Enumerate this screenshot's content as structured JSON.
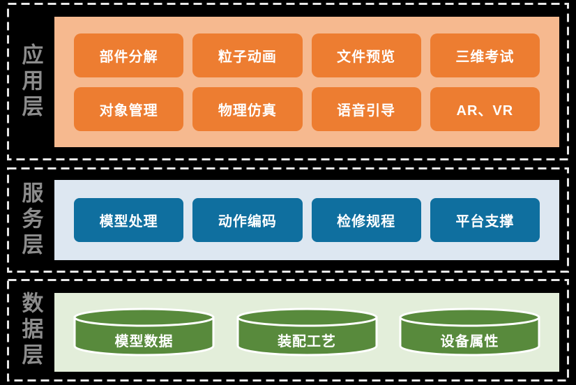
{
  "diagram": {
    "kind": "layered-architecture",
    "colors": {
      "background": "#000000",
      "dashed_border": "#E8E8E8",
      "layer_label_text": "#8C8C8C",
      "app_panel": "#F6B98F",
      "app_button": "#ED7D31",
      "service_panel": "#DDE7F1",
      "service_button": "#0F6F9F",
      "data_panel": "#E3EEDA",
      "data_cylinder": "#588A3C",
      "item_text": "#FFFFFF"
    },
    "layers": {
      "application": {
        "label": "应用层",
        "row1": [
          "部件分解",
          "粒子动画",
          "文件预览",
          "三维考试"
        ],
        "row2": [
          "对象管理",
          "物理仿真",
          "语音引导",
          "AR、VR"
        ]
      },
      "service": {
        "label": "服务层",
        "row1": [
          "模型处理",
          "动作编码",
          "检修规程",
          "平台支撑"
        ]
      },
      "data": {
        "label": "数据层",
        "cylinders": [
          "模型数据",
          "装配工艺",
          "设备属性"
        ]
      }
    }
  }
}
